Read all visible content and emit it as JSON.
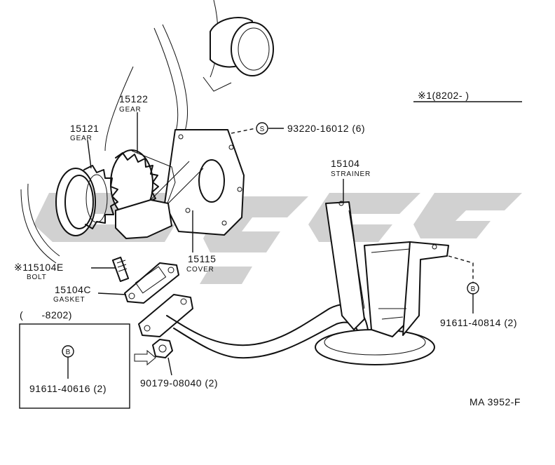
{
  "labels": {
    "gear_15122": {
      "part_no": "15122",
      "name": "GEAR"
    },
    "gear_15121": {
      "part_no": "15121",
      "name": "GEAR"
    },
    "bolt_main": {
      "part_no": "93220-16012 (6)"
    },
    "bolt_mark": "S",
    "strainer": {
      "part_no": "15104",
      "name": "STRAINER"
    },
    "cover": {
      "part_no": "15115",
      "name": "COVER"
    },
    "bolt_15104e": {
      "part_no": "※115104E",
      "name": "BOLT"
    },
    "gasket": {
      "part_no": "15104C",
      "name": "GASKET"
    },
    "nut_right": {
      "part_no": "91611-40814 (2)"
    },
    "nut_right_mark": "B",
    "nut_bottom": {
      "part_no": "90179-08040 (2)"
    },
    "inset_range": "(      -8202)",
    "inset_mark": "B",
    "inset_part_no": "91611-40616 (2)",
    "serial_note": "※1(8202-        )",
    "diagram_code": "MA 3952-F"
  }
}
